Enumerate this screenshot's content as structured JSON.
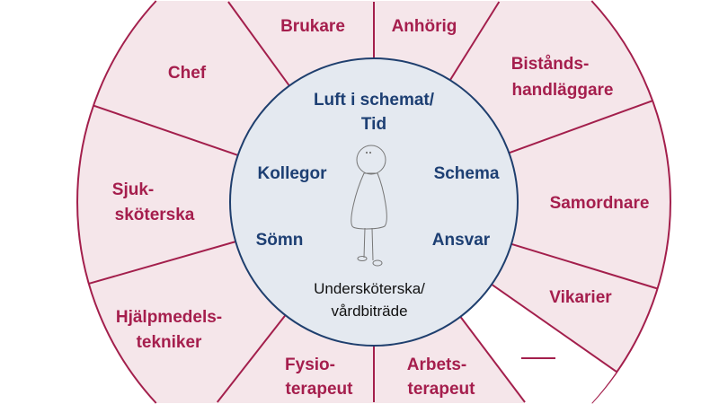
{
  "outer_ring": {
    "chef": "Chef",
    "brukare": "Brukare",
    "anhorig": "Anhörig",
    "bistand": [
      "Bistånds-",
      "handläggare"
    ],
    "samordnare": "Samordnare",
    "vikarier": "Vikarier",
    "arbetsterapeut": [
      "Arbets-",
      "terapeut"
    ],
    "fysioterapeut": [
      "Fysio-",
      "terapeut"
    ],
    "hjalpmedel": [
      "Hjälpmedels-",
      "tekniker"
    ],
    "sjukskoterska": [
      "Sjuk-",
      "sköterska"
    ]
  },
  "inner_circle": {
    "luft": [
      "Luft i schemat/",
      "Tid"
    ],
    "kollegor": "Kollegor",
    "schema": "Schema",
    "somn": "Sömn",
    "ansvar": "Ansvar",
    "role": [
      "Undersköterska/",
      "vårdbiträde"
    ]
  },
  "colors": {
    "segment_fill": "#f5e6ea",
    "segment_stroke": "#a31f4c",
    "inner_fill": "#e4e9f0",
    "inner_stroke": "#1f3f6e"
  }
}
